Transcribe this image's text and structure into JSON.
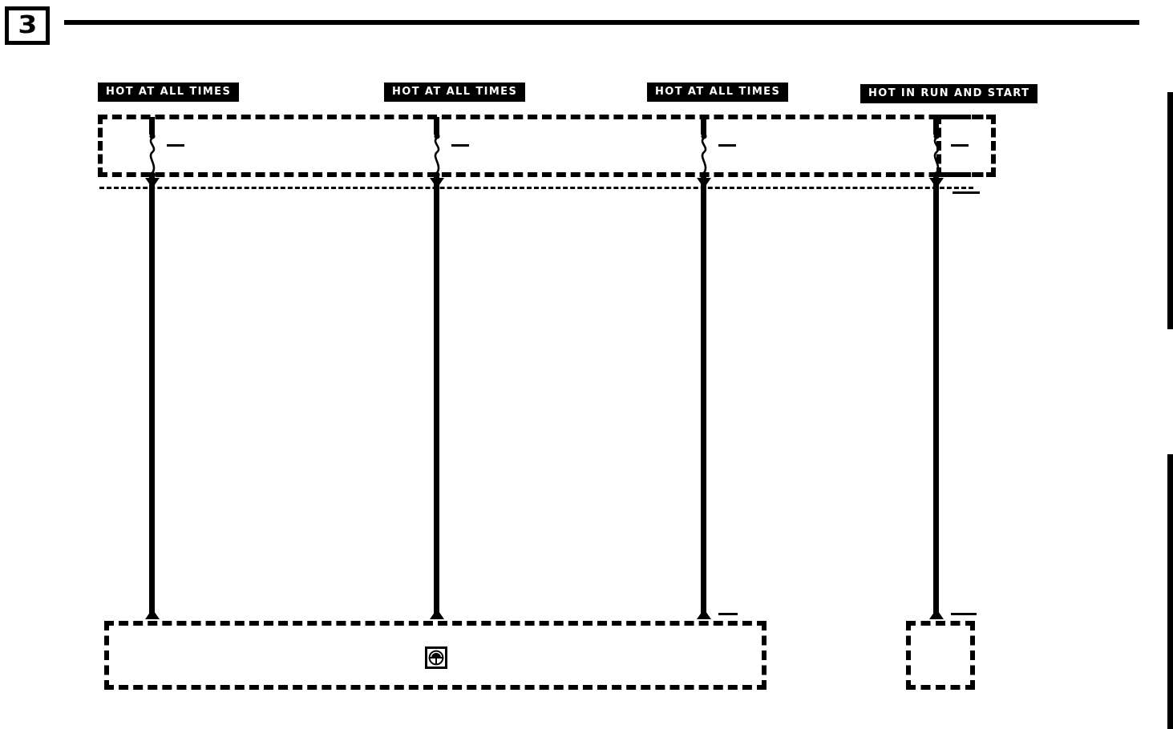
{
  "page": {
    "number": "3",
    "header_rule": true
  },
  "edge_markers": [
    {
      "name": "edge-marker-upper"
    },
    {
      "name": "edge-marker-lower"
    }
  ],
  "power_labels": [
    {
      "id": "hot-1",
      "text": "HOT AT ALL TIMES"
    },
    {
      "id": "hot-2",
      "text": "HOT AT ALL TIMES"
    },
    {
      "id": "hot-3",
      "text": "HOT AT ALL TIMES"
    },
    {
      "id": "hot-4",
      "text": "HOT IN RUN AND START"
    }
  ],
  "fuse_block": {
    "name": "fuse-block",
    "fuses": [
      {
        "id": "fuse-1",
        "label": ""
      },
      {
        "id": "fuse-2",
        "label": ""
      },
      {
        "id": "fuse-3",
        "label": ""
      },
      {
        "id": "fuse-4",
        "label": ""
      }
    ]
  },
  "circuits": [
    {
      "id": "circuit-1",
      "label": ""
    },
    {
      "id": "circuit-2",
      "label": ""
    },
    {
      "id": "circuit-3",
      "label": ""
    },
    {
      "id": "circuit-4",
      "label": ""
    }
  ],
  "components": [
    {
      "id": "component-main",
      "label": "",
      "icon": "steering-wheel-icon"
    },
    {
      "id": "component-right",
      "label": "",
      "icon": ""
    }
  ]
}
